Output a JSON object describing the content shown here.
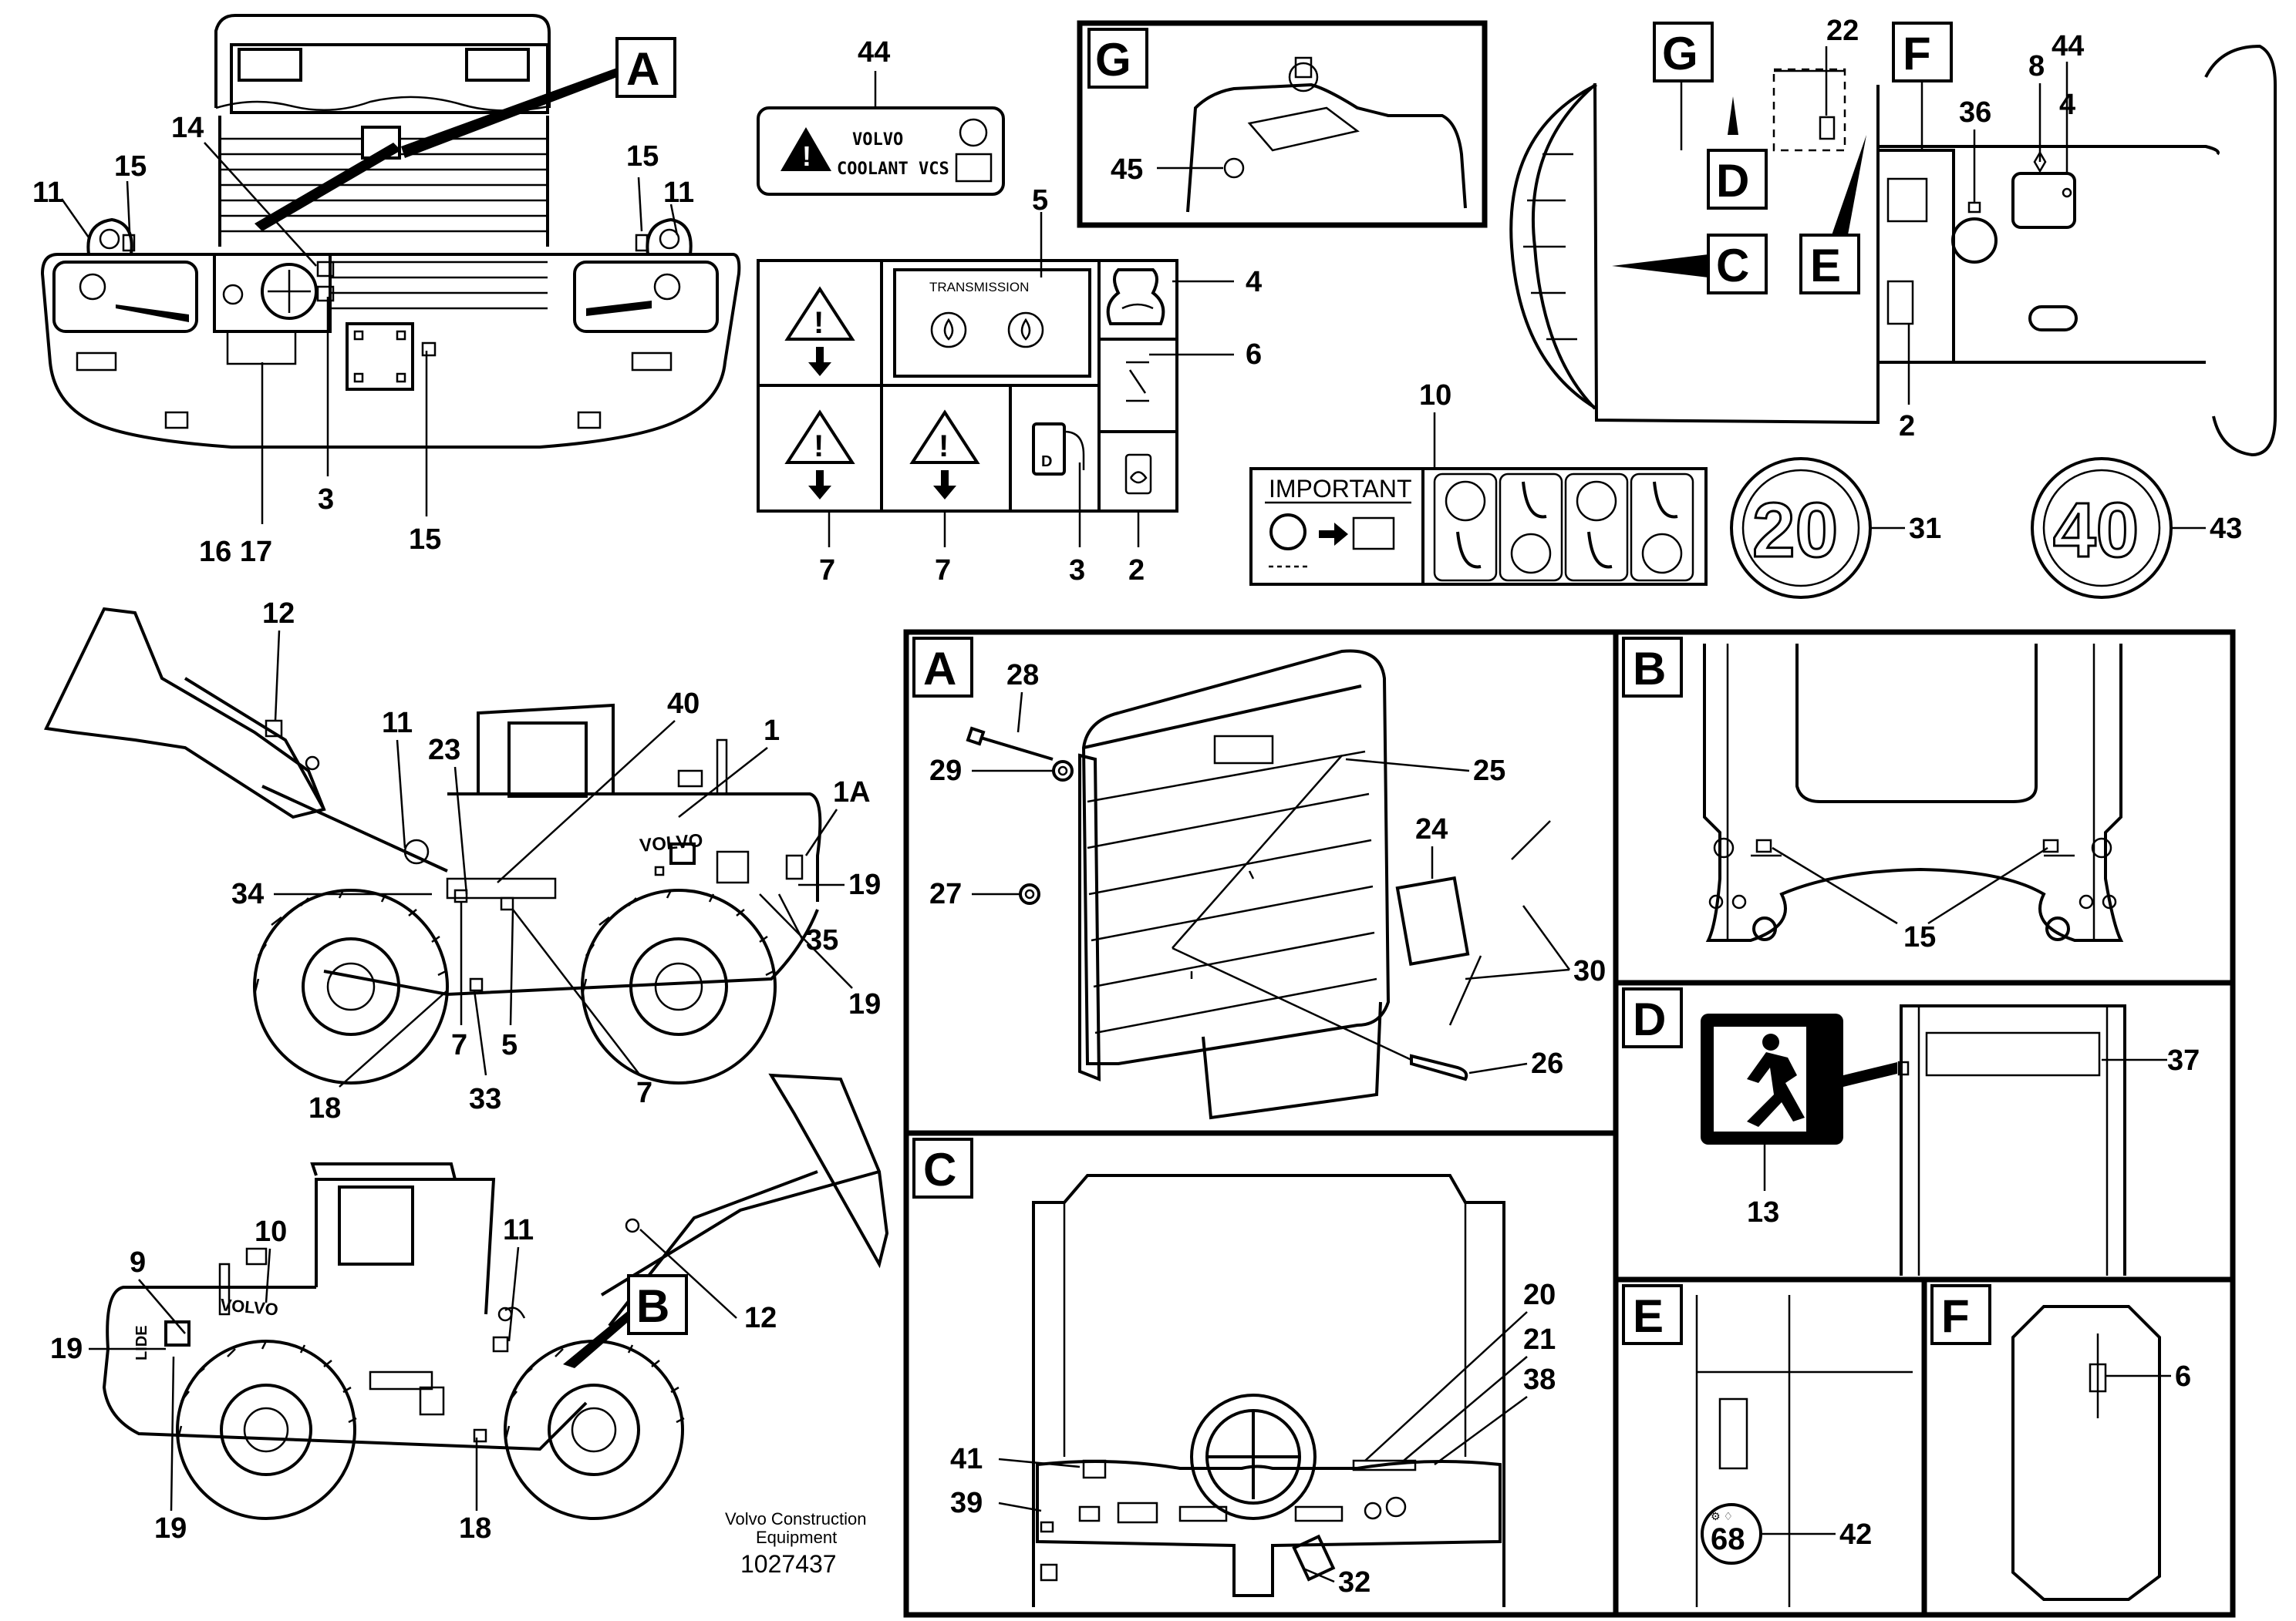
{
  "callouts": {
    "front": [
      "11",
      "15",
      "14",
      "A",
      "15",
      "11",
      "3",
      "16 17",
      "15"
    ],
    "c44": "44",
    "c5": "5",
    "c4": "4",
    "c6": "6",
    "c7a": "7",
    "c7b": "7",
    "c3": "3",
    "c2": "2",
    "c10": "10",
    "c31": "31",
    "c43": "43",
    "g45": "45",
    "g": "G",
    "top": {
      "G": "G",
      "F": "F",
      "D": "D",
      "C": "C",
      "E": "E",
      "n22": "22",
      "n36": "36",
      "n8": "8",
      "n44": "44",
      "n4": "4",
      "n2": "2"
    },
    "side1": {
      "n12": "12",
      "n11": "11",
      "n40": "40",
      "n1": "1",
      "n1a": "1A",
      "n23": "23",
      "n34": "34",
      "n19a": "19",
      "n35": "35",
      "n19b": "19",
      "n7a": "7",
      "n5": "5",
      "n7b": "7",
      "n18": "18",
      "n33": "33"
    },
    "side2": {
      "n10": "10",
      "n9": "9",
      "n11": "11",
      "n19a": "19",
      "n19b": "19",
      "n18": "18",
      "n12": "12",
      "B": "B"
    },
    "panelA": {
      "letter": "A",
      "n28": "28",
      "n29": "29",
      "n27": "27",
      "n25": "25",
      "n24": "24",
      "n30": "30",
      "n26": "26"
    },
    "panelB": {
      "letter": "B",
      "n15": "15"
    },
    "panelC": {
      "letter": "C",
      "n20": "20",
      "n21": "21",
      "n38": "38",
      "n41": "41",
      "n39": "39",
      "n32": "32"
    },
    "panelD": {
      "letter": "D",
      "n37": "37",
      "n13": "13"
    },
    "panelE": {
      "letter": "E",
      "n42": "42"
    },
    "panelF": {
      "letter": "F",
      "n6": "6"
    }
  },
  "decals": {
    "volvo_coolant_line1": "VOLVO",
    "volvo_coolant_line2": "COOLANT VCS",
    "transmission": "TRANSMISSION",
    "important": "IMPORTANT",
    "speed20": "20",
    "speed40": "40",
    "volvo_side": "VOLVO",
    "lid_side": "LIDE",
    "decal42": "68",
    "fuel_d": "D"
  },
  "footer": {
    "company_line1": "Volvo Construction",
    "company_line2": "Equipment",
    "part_number": "1027437"
  },
  "colors": {
    "ink": "#000000",
    "paper": "#ffffff"
  }
}
